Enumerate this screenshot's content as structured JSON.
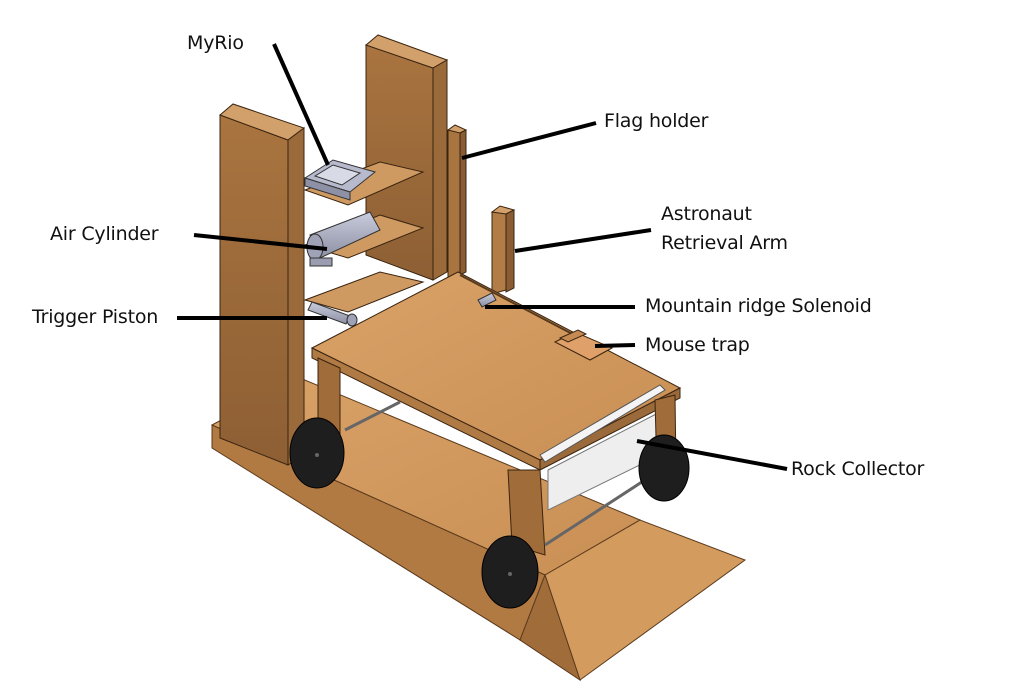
{
  "diagram": {
    "subject": "Robot assembly (CAD render) on wooden base with ramp",
    "colors": {
      "wood_light": "#d49a5c",
      "wood_mid": "#c08650",
      "wood_dark": "#8a5c33",
      "wheel": "#1e1e1e",
      "metal": "#a9adc0",
      "collector": "#f2f2f2",
      "leader_line": "#000000"
    },
    "labels": [
      {
        "id": "myrio",
        "text": "MyRio"
      },
      {
        "id": "flag-holder",
        "text": "Flag holder"
      },
      {
        "id": "air-cylinder",
        "text": "Air Cylinder"
      },
      {
        "id": "astronaut-arm",
        "text": "Astronaut",
        "text2": "Retrieval Arm"
      },
      {
        "id": "trigger-piston",
        "text": "Trigger Piston"
      },
      {
        "id": "solenoid",
        "text": "Mountain ridge Solenoid"
      },
      {
        "id": "mouse-trap",
        "text": "Mouse trap"
      },
      {
        "id": "rock-collector",
        "text": "Rock Collector"
      }
    ]
  }
}
